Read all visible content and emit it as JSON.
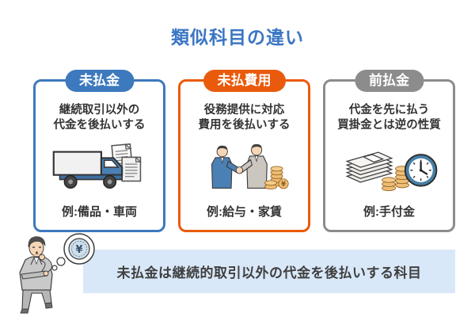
{
  "title": "類似科目の違い",
  "colors": {
    "title_blue": "#3b76c4",
    "card_blue": "#3d79bd",
    "card_orange": "#ea5a0c",
    "card_gray": "#8c8c8c",
    "banner_bg": "#d9e8f8",
    "body_text": "#333333",
    "coin_tan": "#eebd76",
    "truck_cab_blue": "#4b80b4",
    "clock_ring_blue": "#487fa6"
  },
  "cards": [
    {
      "badge": "未払金",
      "desc_line1": "継続取引以外の",
      "desc_line2": "代金を後払いする",
      "example": "例:備品・車両",
      "icon": "truck-documents-icon",
      "color": "#3d79bd"
    },
    {
      "badge": "未払費用",
      "desc_line1": "役務提供に対応",
      "desc_line2": "費用を後払いする",
      "example": "例:給与・家賃",
      "icon": "handshake-coins-icon",
      "color": "#ea5a0c"
    },
    {
      "badge": "前払金",
      "desc_line1": "代金を先に払う",
      "desc_line2": "買掛金とは逆の性質",
      "example": "例:手付金",
      "icon": "cash-clock-icon",
      "color": "#8c8c8c"
    }
  ],
  "summary": {
    "text": "未払金は継続的取引以外の代金を後払いする科目",
    "thought_symbol": "¥"
  }
}
